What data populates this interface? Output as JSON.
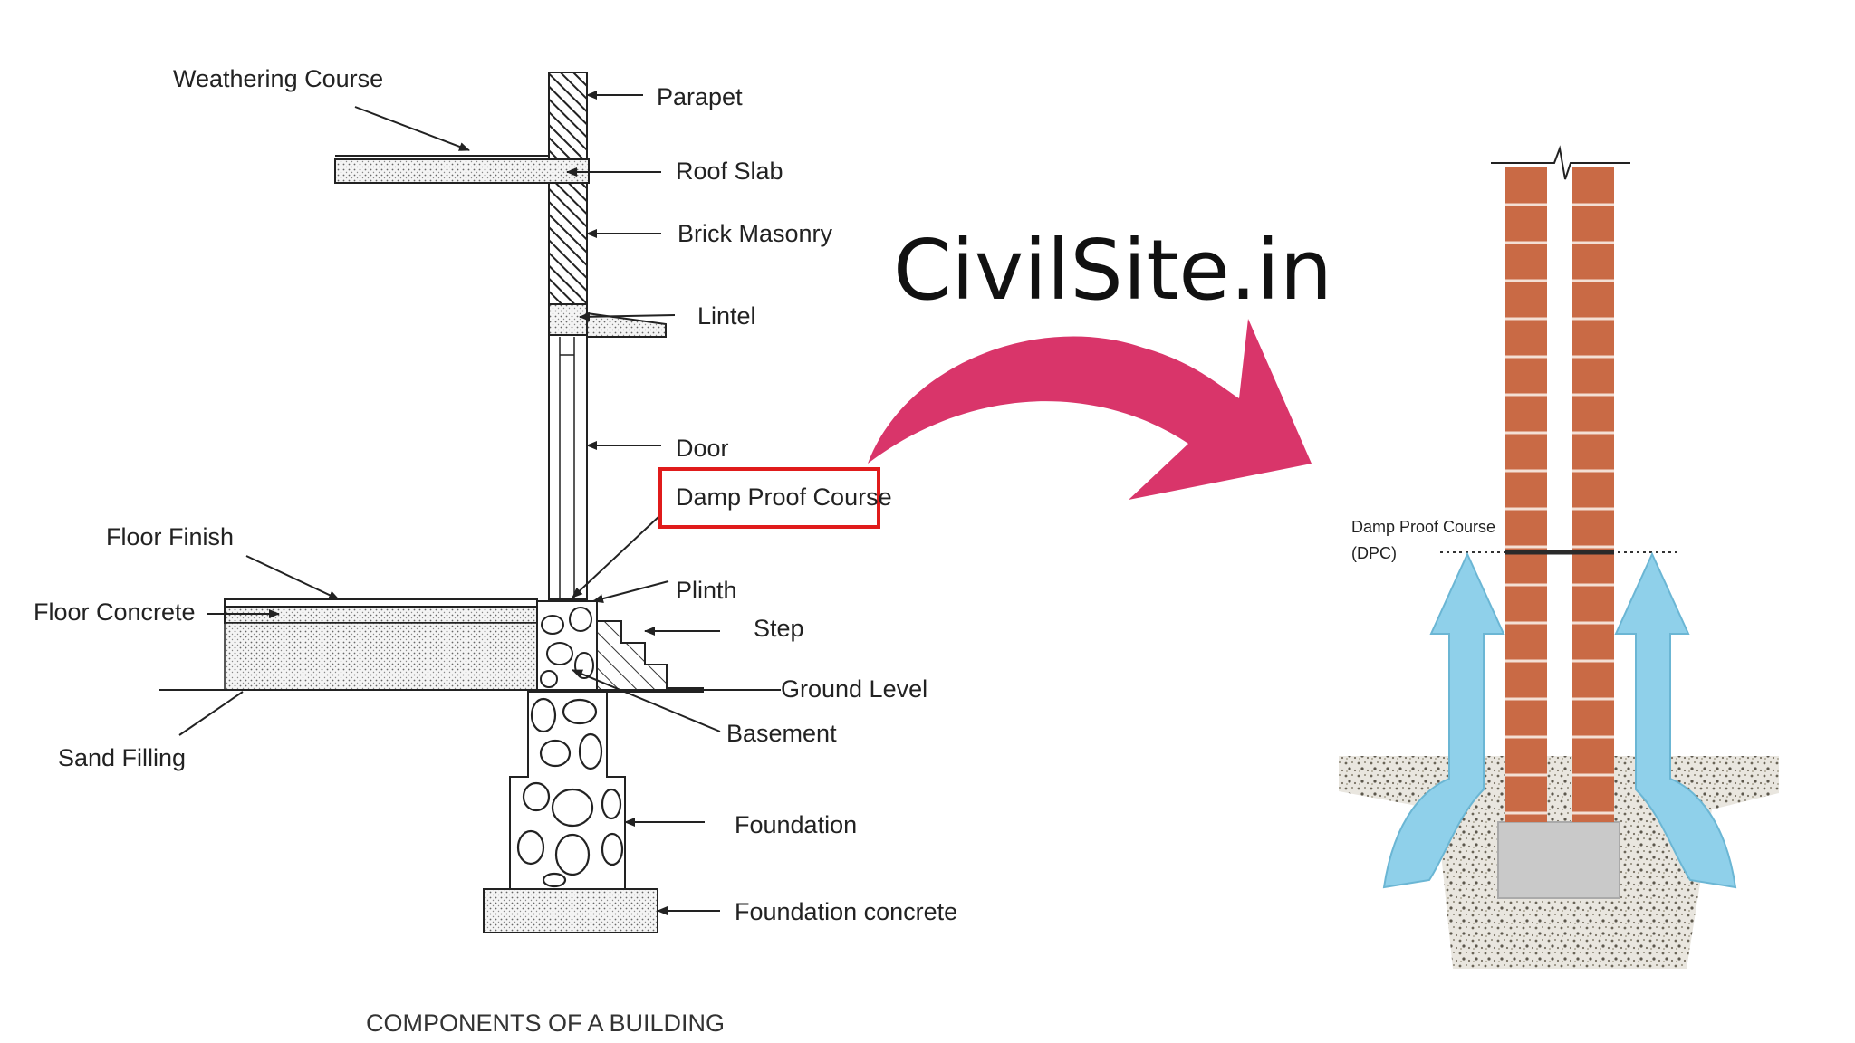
{
  "brand": "CivilSite.in",
  "left_diagram": {
    "caption": "COMPONENTS OF A BUILDING",
    "labels": {
      "weathering_course": "Weathering Course",
      "parapet": "Parapet",
      "roof_slab": "Roof Slab",
      "brick_masonry": "Brick Masonry",
      "lintel": "Lintel",
      "door": "Door",
      "damp_proof_course": "Damp Proof Course",
      "floor_finish": "Floor Finish",
      "plinth": "Plinth",
      "floor_concrete": "Floor Concrete",
      "step": "Step",
      "ground_level": "Ground Level",
      "basement": "Basement",
      "sand_filling": "Sand Filling",
      "foundation": "Foundation",
      "foundation_concrete": "Foundation concrete"
    }
  },
  "right_diagram": {
    "dpc_label_line1": "Damp Proof Course",
    "dpc_label_line2": "(DPC)"
  },
  "colors": {
    "highlight_box": "#e01b1b",
    "pointer_arrow": "#d9356a",
    "brick": "#c96a45",
    "moisture_arrow": "#8fd0ea"
  }
}
